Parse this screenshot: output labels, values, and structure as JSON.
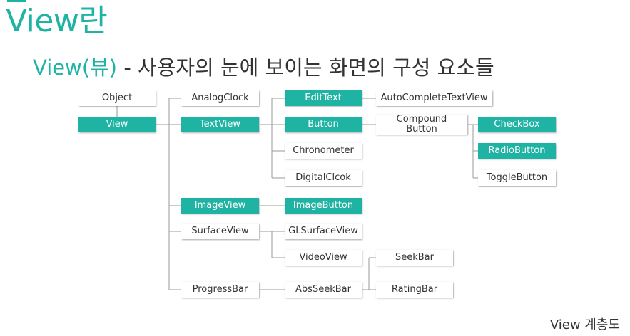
{
  "title": "View란",
  "subtitle": {
    "highlight": "View(뷰)",
    "rest": " - 사용자의 눈에 보이는 화면의 구성 요소들"
  },
  "footer": "View 계층도",
  "colors": {
    "accent": "#1fb3a3",
    "text": "#333333",
    "line": "#9a9a9a"
  },
  "nodes": {
    "object": "Object",
    "view": "View",
    "analogclock": "AnalogClock",
    "textview": "TextView",
    "imageview": "ImageView",
    "surfaceview": "SurfaceView",
    "progressbar": "ProgressBar",
    "edittext": "EditText",
    "button": "Button",
    "chronometer": "Chronometer",
    "digitalclock": "DigitalClcok",
    "imagebutton": "ImageButton",
    "glsurfaceview": "GLSurfaceView",
    "videoview": "VideoView",
    "absseekbar": "AbsSeekBar",
    "autocompletetextview": "AutoCompleteTextView",
    "compoundbutton": "Compound Button",
    "seekbar": "SeekBar",
    "ratingbar": "RatingBar",
    "checkbox": "CheckBox",
    "radiobutton": "RadioButton",
    "togglebutton": "ToggleButton"
  }
}
